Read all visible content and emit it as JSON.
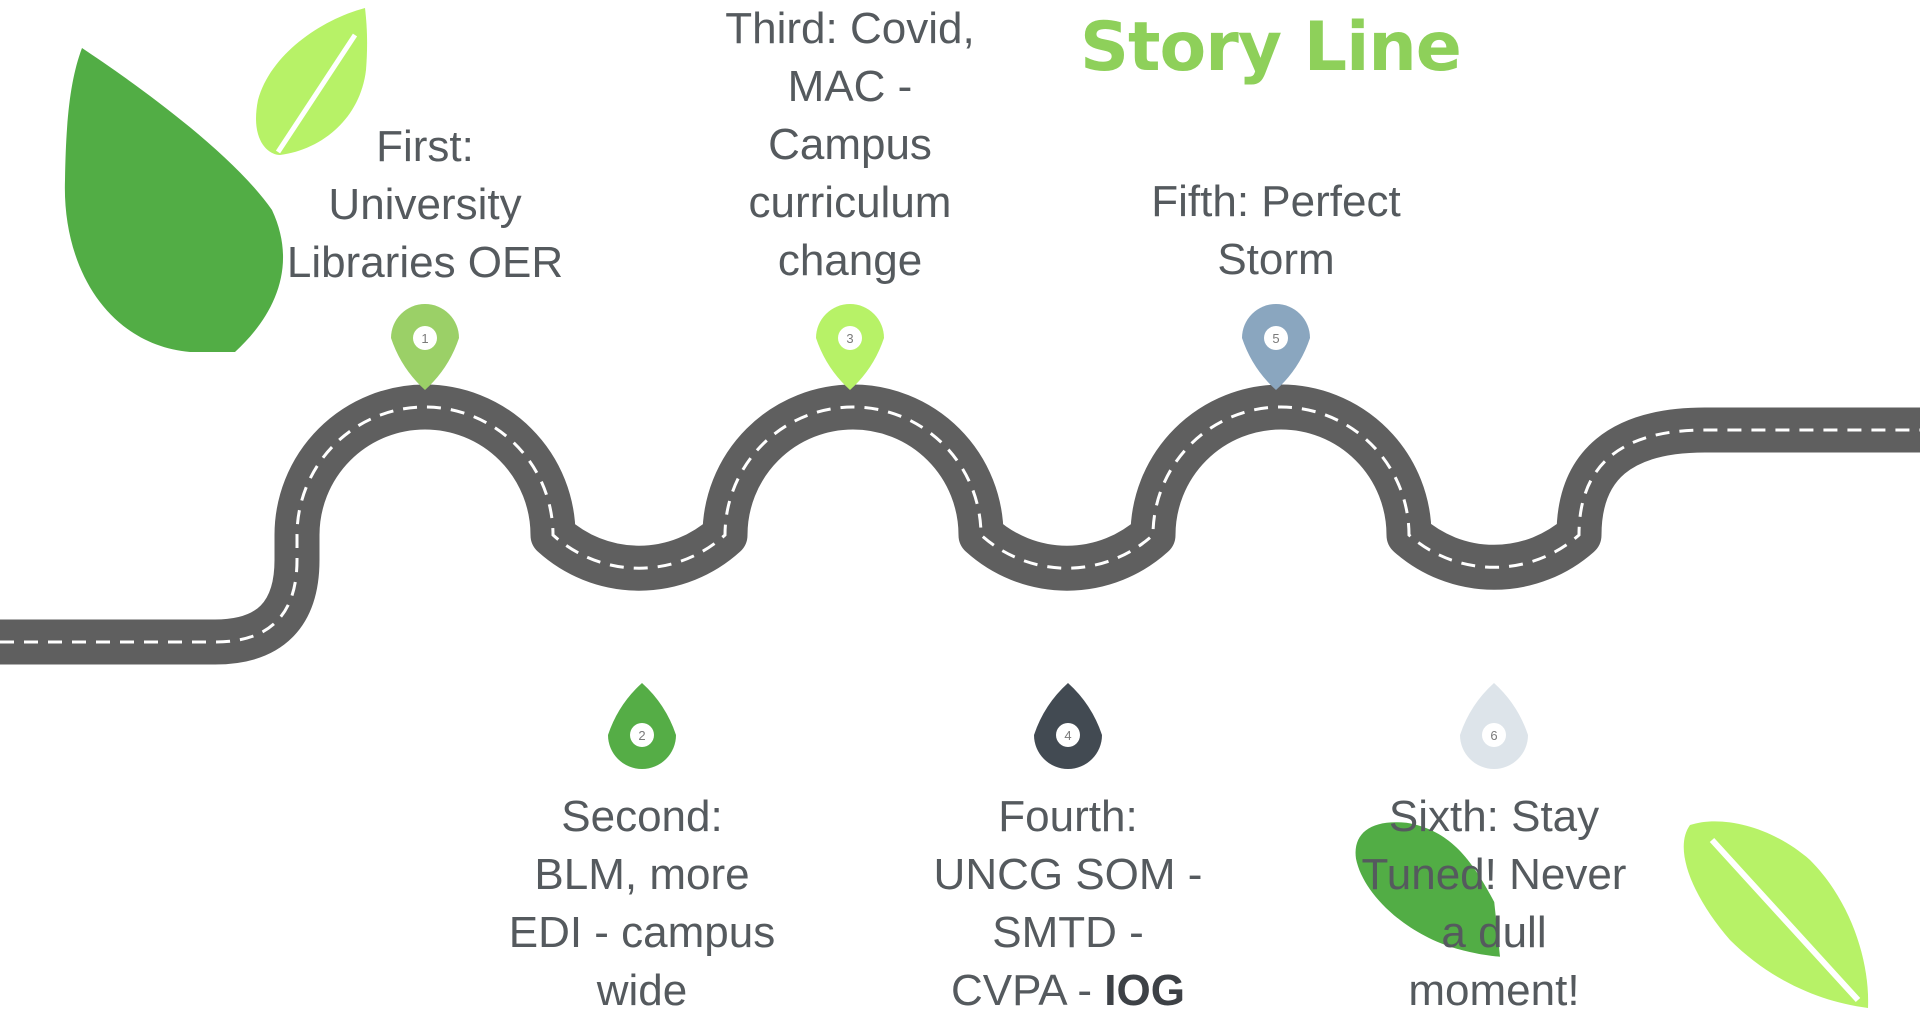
{
  "title": "Story Line",
  "milestones": [
    {
      "number": "1",
      "lines": [
        "First:",
        "University",
        "Libraries OER"
      ],
      "color": "#9bd067"
    },
    {
      "number": "2",
      "lines": [
        "Second:",
        "BLM, more",
        "EDI - campus",
        "wide"
      ],
      "color": "#55ad46"
    },
    {
      "number": "3",
      "lines": [
        "Third: Covid,",
        "MAC -",
        "Campus",
        "curriculum",
        "change"
      ],
      "color": "#b7f267"
    },
    {
      "number": "4",
      "lines": [
        "Fourth:",
        "UNCG SOM -",
        "SMTD -",
        "CVPA - "
      ],
      "bold_suffix": "IOG",
      "color": "#424a52"
    },
    {
      "number": "5",
      "lines": [
        "Fifth: Perfect",
        "Storm"
      ],
      "color": "#8aa6bf"
    },
    {
      "number": "6",
      "lines": [
        "Sixth: Stay",
        "Tuned! Never",
        "a dull",
        "moment!"
      ],
      "color": "#dde4ea"
    }
  ],
  "colors": {
    "road": "#5f5f5f",
    "dash": "#ffffff",
    "leaf_dark": "#52ad45",
    "leaf_light": "#b7f267",
    "title": "#8ed05a"
  },
  "icons": [
    "leaf-icon",
    "map-pin-icon"
  ]
}
